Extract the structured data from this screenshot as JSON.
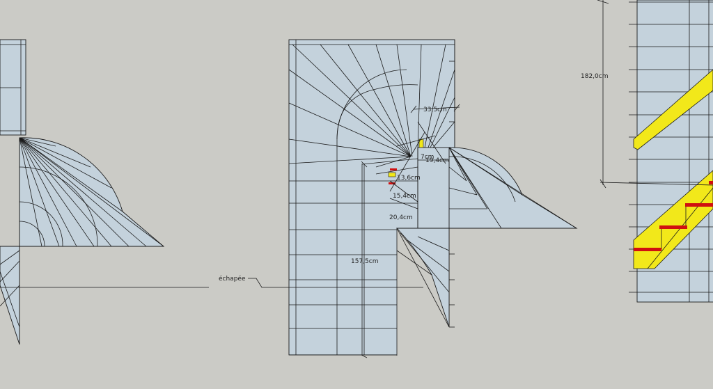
{
  "window": {
    "background": "#cbcbc6",
    "model_fill": "#c4d2dc",
    "highlight": "#f2e81a",
    "step_marker": "#d01010",
    "edge": "#1a1a1a"
  },
  "dimensions": {
    "d1": "33,5cm",
    "d2": "7cm",
    "d3": "19,4cm",
    "d4": "13,6cm",
    "d5": "15,4cm",
    "d6": "20,4cm",
    "d7": "157,5cm",
    "d8": "182,0cm"
  },
  "labels": {
    "echappee": "échapée"
  }
}
